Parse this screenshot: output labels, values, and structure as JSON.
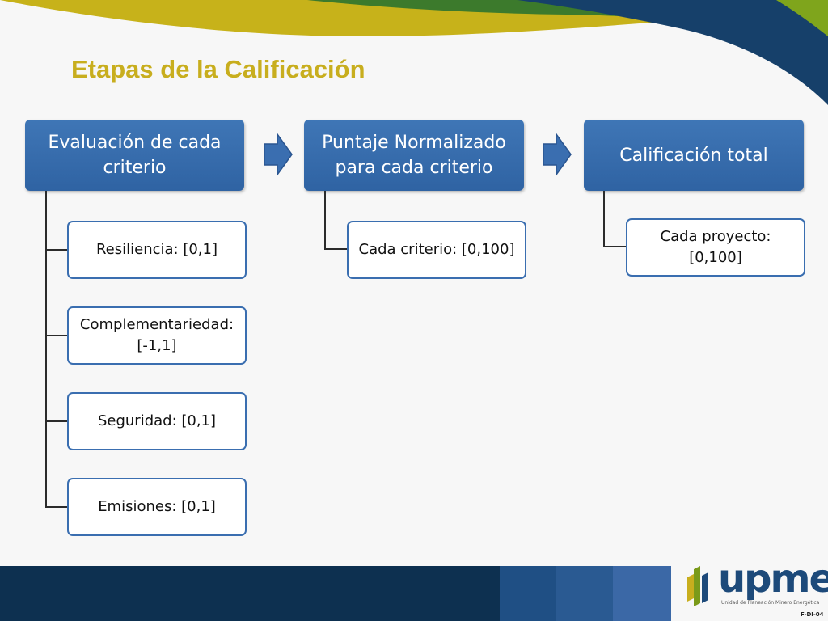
{
  "title": "Etapas de la Calificación",
  "stages": [
    {
      "label": "Evaluación de cada criterio",
      "items": [
        "Resiliencia: [0,1]",
        "Complementariedad: [-1,1]",
        "Seguridad: [0,1]",
        "Emisiones: [0,1]"
      ]
    },
    {
      "label": "Puntaje Normalizado para cada criterio",
      "items": [
        "Cada criterio: [0,100]"
      ]
    },
    {
      "label": "Calificación total",
      "items": [
        "Cada proyecto: [0,100]"
      ]
    }
  ],
  "logo": {
    "text": "upme",
    "tagline": "Unidad de Planeación Minero Energética",
    "code": "F-DI-04"
  },
  "colors": {
    "title": "#c8ae1e",
    "stage_fill": "#3a6eb0",
    "footer": "#0d3050",
    "accent_green": "#7a9a1a"
  }
}
